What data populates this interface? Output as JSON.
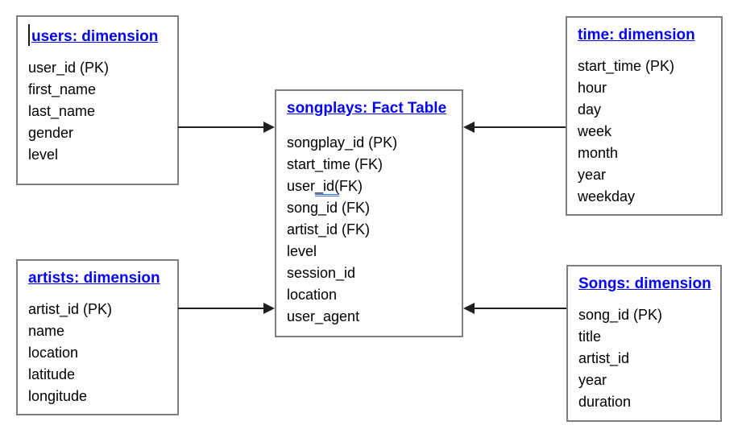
{
  "diagram": {
    "type": "star-schema-er-diagram",
    "colors": {
      "table_title": "#0404f2",
      "box_border": "#7e7e7e",
      "field_text": "#000000",
      "arrow": "#1f1f1f",
      "grammar_underline": "#3d6fd6",
      "background": "#ffffff"
    },
    "tables": [
      {
        "id": "users",
        "title": "users: dimension",
        "fields": [
          "user_id (PK)",
          "first_name",
          "last_name",
          "gender",
          "level"
        ]
      },
      {
        "id": "songplays",
        "title": "songplays: Fact Table",
        "fields": [
          "songplay_id (PK)",
          "start_time (FK)",
          {
            "pre": "user",
            "squiggle": "_id(",
            "post": "FK)"
          },
          "song_id (FK)",
          "artist_id (FK)",
          "level",
          "session_id",
          "location",
          "user_agent"
        ]
      },
      {
        "id": "time",
        "title": "time: dimension",
        "fields": [
          "start_time (PK)",
          "hour",
          "day",
          "week",
          "month",
          "year",
          "weekday"
        ]
      },
      {
        "id": "artists",
        "title": "artists: dimension",
        "fields": [
          "artist_id (PK)",
          "name",
          "location",
          "latitude",
          "longitude"
        ]
      },
      {
        "id": "songs",
        "title": "Songs: dimension",
        "fields": [
          "song_id (PK)",
          "title",
          "artist_id",
          "year",
          "duration"
        ]
      }
    ],
    "relationships": [
      {
        "from": "users",
        "to": "songplays",
        "arrow_points": "right"
      },
      {
        "from": "time",
        "to": "songplays",
        "arrow_points": "left"
      },
      {
        "from": "artists",
        "to": "songplays",
        "arrow_points": "right"
      },
      {
        "from": "Songs",
        "to": "songplays",
        "arrow_points": "left"
      }
    ]
  }
}
